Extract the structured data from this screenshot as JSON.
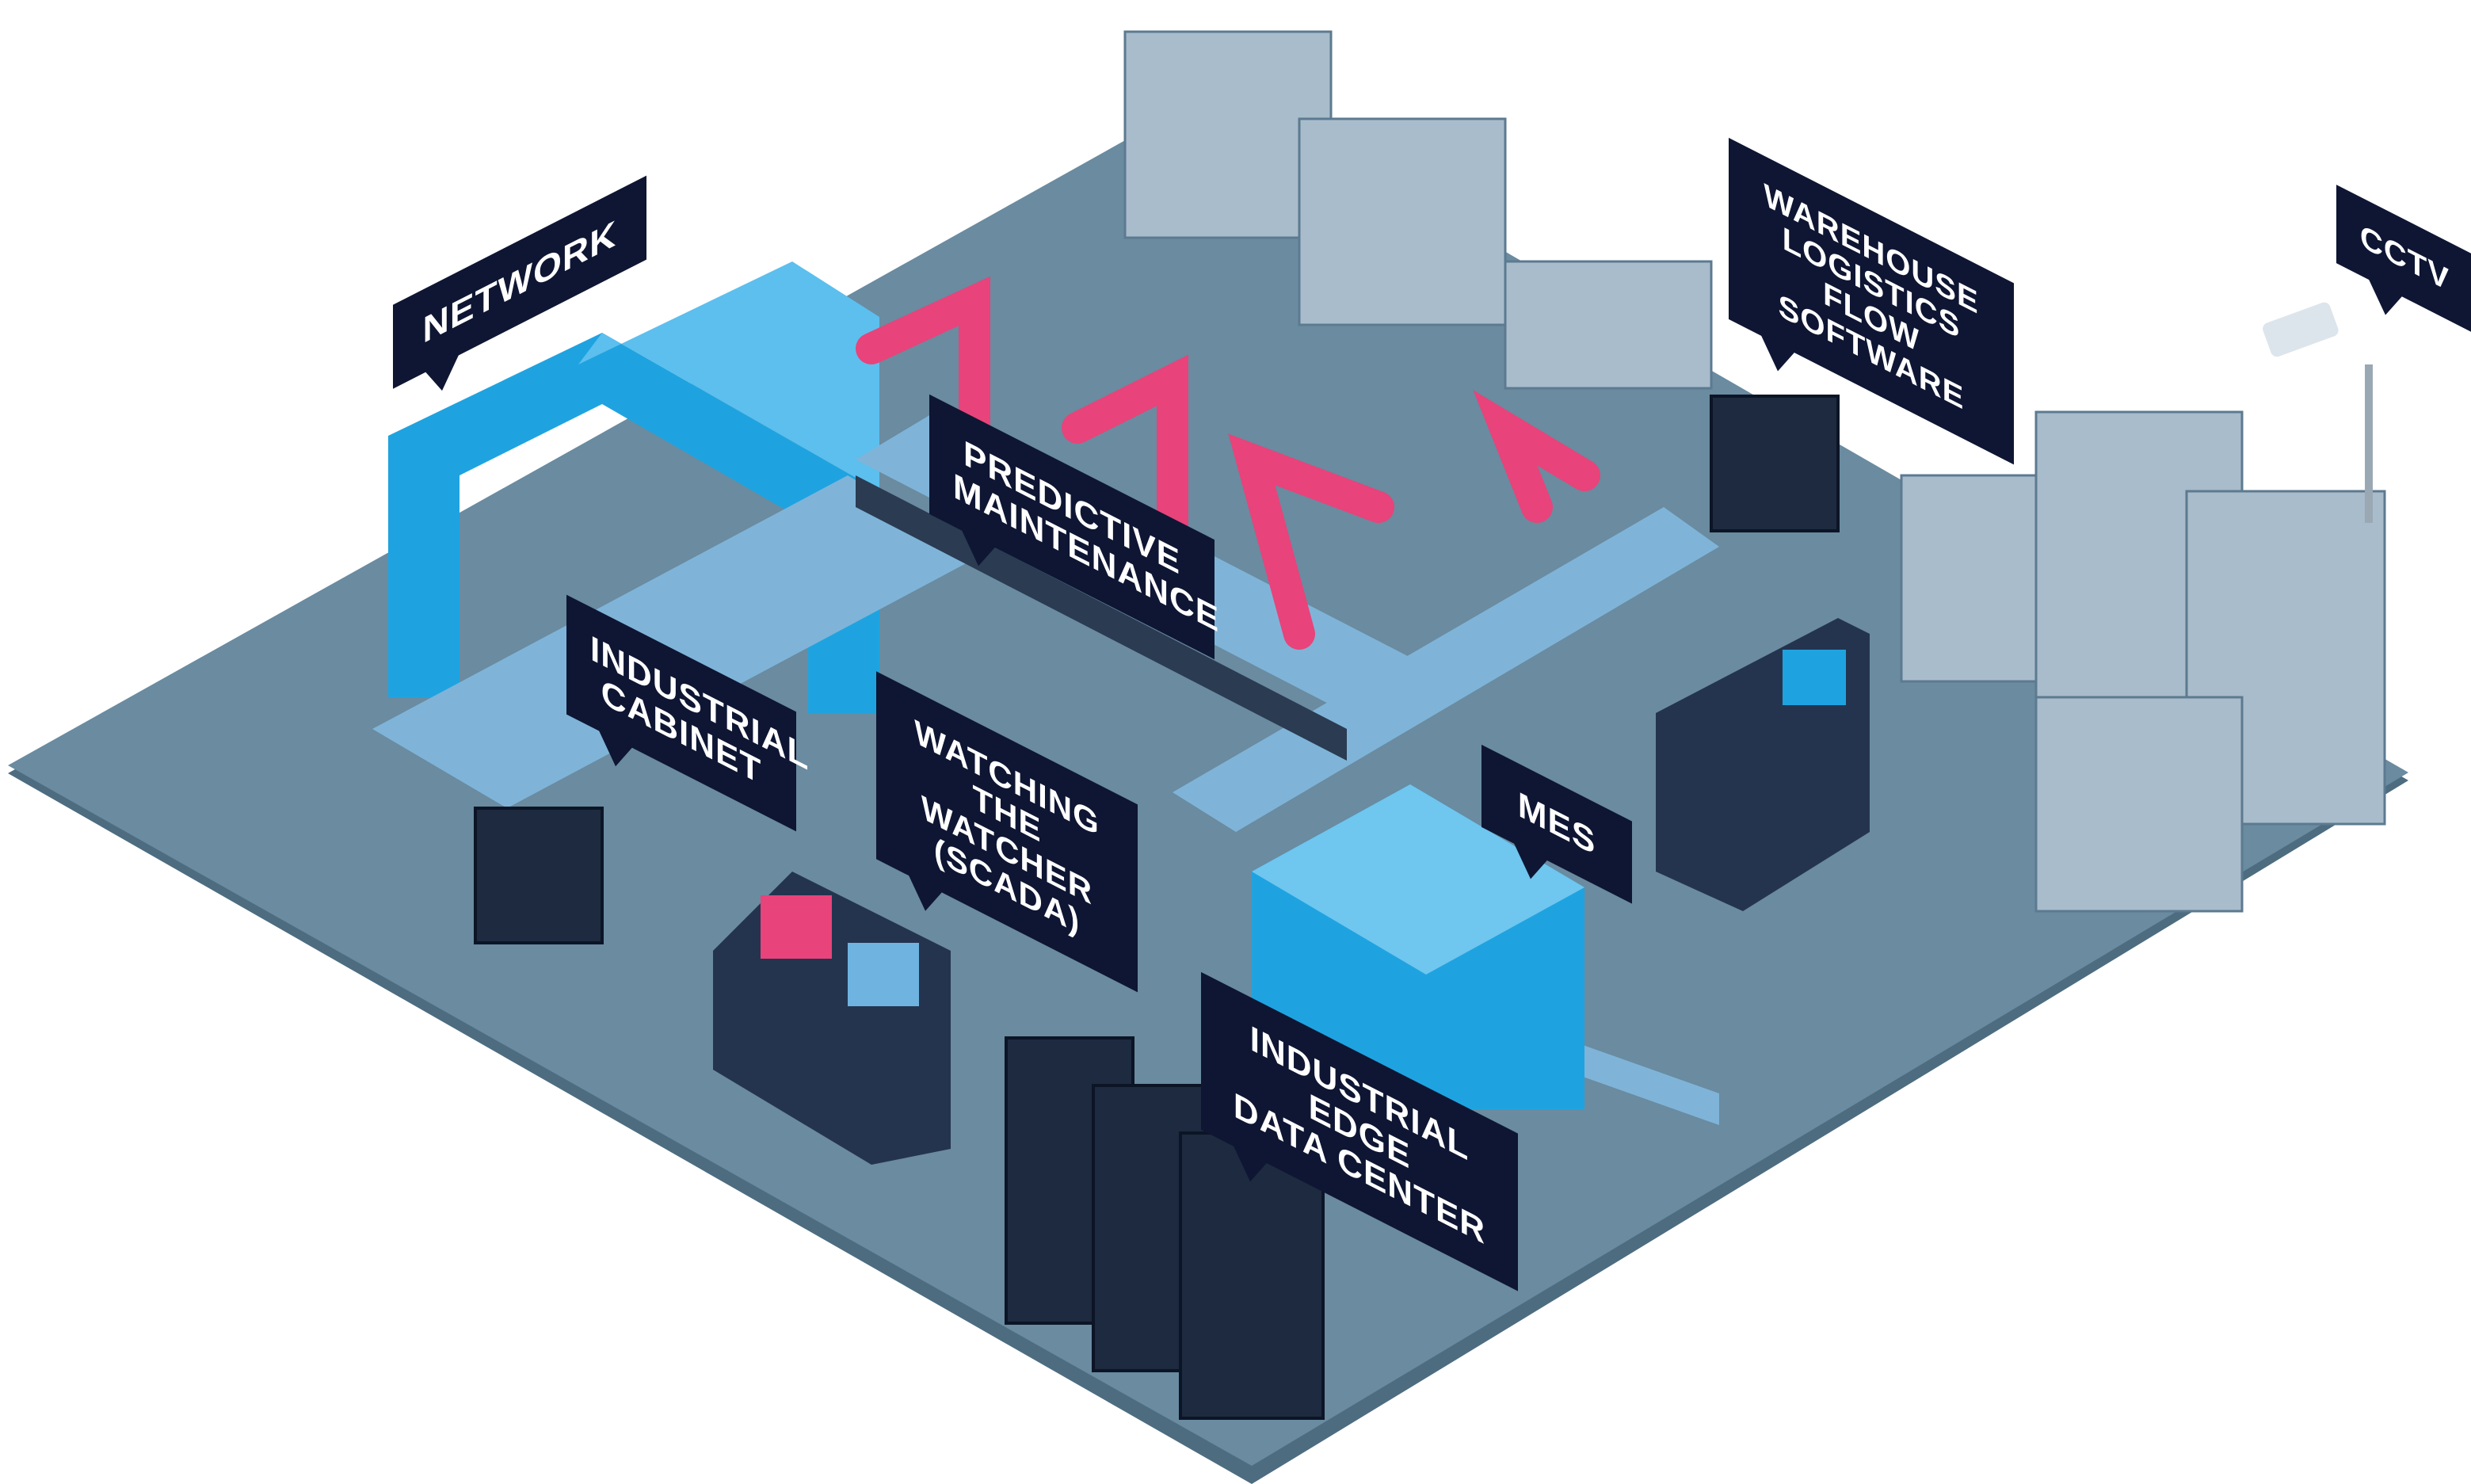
{
  "labels": {
    "network": "NETWORK",
    "predictive": "PREDICTIVE\nMAINTENANCE",
    "cabinet": "INDUSTRIAL\nCABINET",
    "scada": "WATCHING THE\nWATCHER\n(SCADA)",
    "mes": "MES",
    "edge": "INDUSTRIAL EDGE\nDATA CENTER",
    "warehouse": "WAREHOUSE\nLOGISTICS\nFLOW SOFTWARE",
    "cctv": "CCTV"
  },
  "colors": {
    "floor": "#6a8ba0",
    "floor_edge": "#4d6c80",
    "label_bg": "#0e1633",
    "accent_blue": "#1fa3e0",
    "robot_pink": "#e8437a",
    "box": "#a9bccb"
  }
}
